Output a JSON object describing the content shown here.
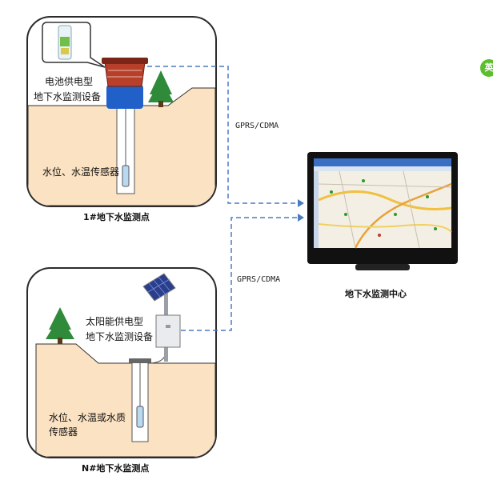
{
  "station1": {
    "device_label": [
      "电池供电型",
      "地下水监测设备"
    ],
    "sensor_label": "水位、水温传感器",
    "caption": "1#地下水监测点",
    "link_label": "GPRS/CDMA"
  },
  "stationN": {
    "device_label": [
      "太阳能供电型",
      "地下水监测设备"
    ],
    "sensor_label": [
      "水位、水温或水质",
      "传感器"
    ],
    "caption": "N#地下水监测点",
    "link_label": "GPRS/CDMA"
  },
  "center": {
    "caption": "地下水监测中心"
  },
  "corner_badge": "英",
  "colors": {
    "ground": "#fbe2c2",
    "tree": "#2f8a3a",
    "dashed_link": "#4a7cc0",
    "monitor": "#111111"
  }
}
